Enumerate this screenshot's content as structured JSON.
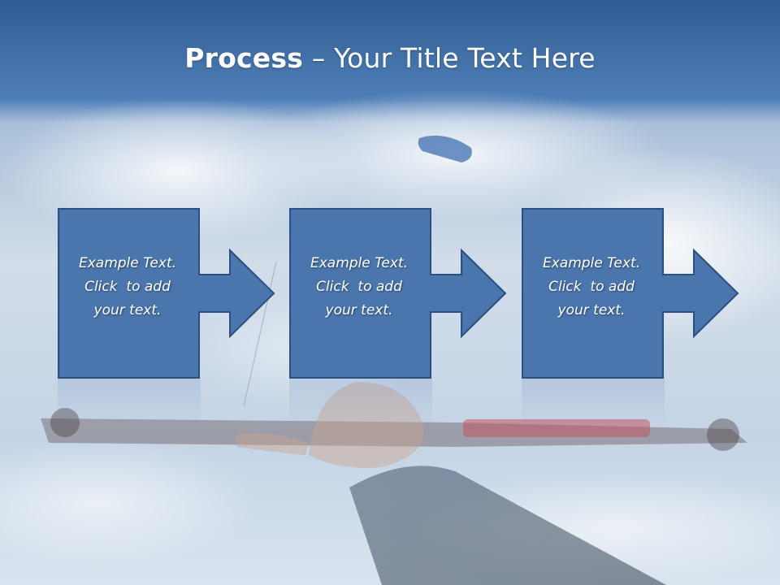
{
  "slide": {
    "title": {
      "strong": "Process",
      "rest": " – Your Title Text Here"
    },
    "steps": [
      {
        "lines": [
          "Example Text.",
          "Click  to add",
          "your text."
        ]
      },
      {
        "lines": [
          "Example Text.",
          "Click  to add",
          "your text."
        ]
      },
      {
        "lines": [
          "Example Text.",
          "Click  to add",
          "your text."
        ]
      }
    ]
  },
  "colors": {
    "header_blue": "#2f5f96",
    "box_fill": "#4a76ad",
    "box_border": "#2b4f80",
    "sky": "#c9d8ea"
  }
}
